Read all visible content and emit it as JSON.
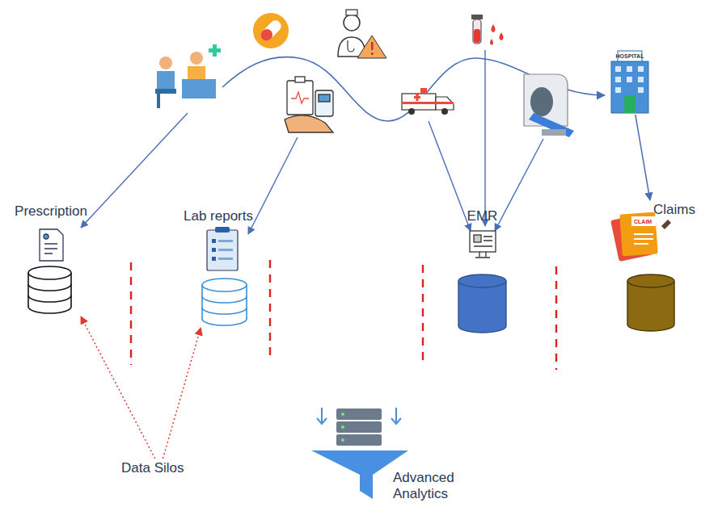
{
  "diagram": {
    "nodes": [
      {
        "text": [
          "Prescription"
        ]
      },
      {
        "text": [
          "Lab reports"
        ]
      },
      {
        "text": [
          "EMR"
        ]
      },
      {
        "text": [
          "HOSPITAL"
        ]
      },
      {
        "text": [
          "Claims"
        ]
      },
      {
        "text": [
          "Data Silos"
        ]
      },
      {
        "text": [
          "Advanced Analytics"
        ]
      }
    ],
    "edges": [
      {
        "from": 3,
        "to": 4,
        "arrow": "to"
      },
      {
        "from": 5,
        "to": 0,
        "arrow": "to"
      },
      {
        "from": 5,
        "to": 1,
        "arrow": "to"
      }
    ],
    "labels": [
      "CLAIM"
    ]
  }
}
